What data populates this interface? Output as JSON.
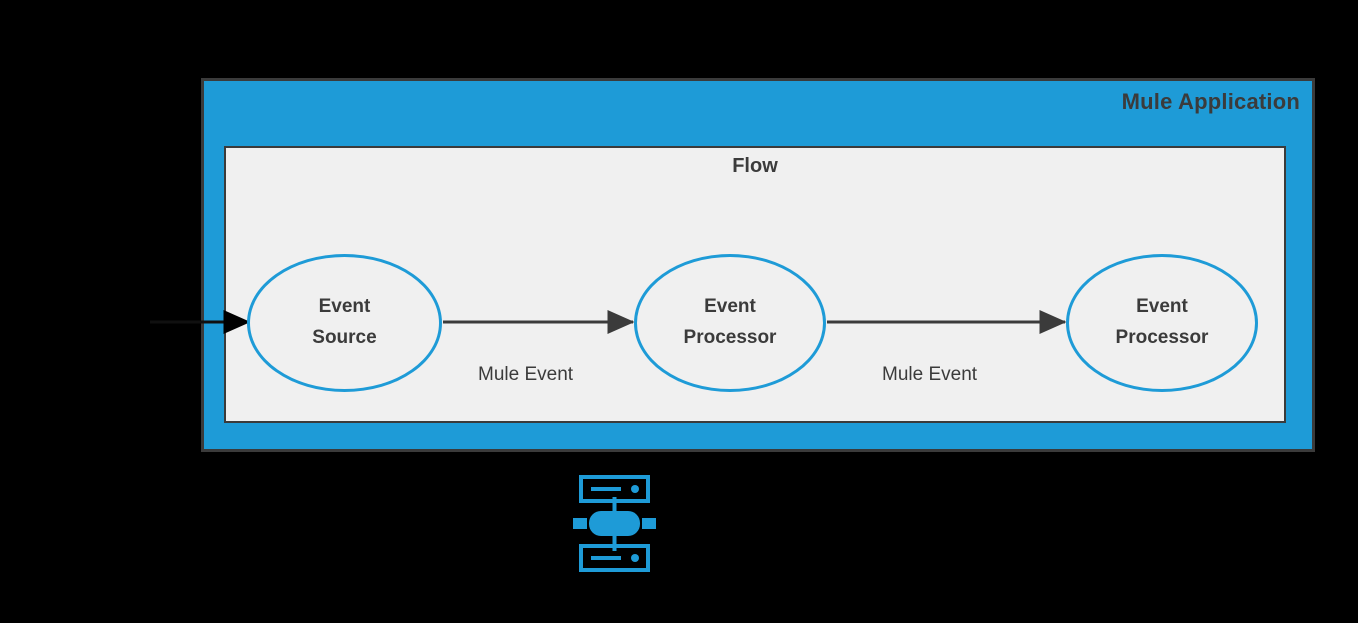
{
  "diagram": {
    "background_color": "#000000",
    "accent_color": "#1E9BD7",
    "outline_color": "#3B3B3B",
    "surface_color": "#F0F0F0",
    "app_container": {
      "title": "Mule Application"
    },
    "flow_container": {
      "title": "Flow"
    },
    "nodes": [
      {
        "id": "event-source",
        "label": "Event\nSource"
      },
      {
        "id": "event-processor-1",
        "label": "Event\nProcessor"
      },
      {
        "id": "event-processor-2",
        "label": "Event\nProcessor"
      }
    ],
    "edges": [
      {
        "id": "edge-1",
        "label": "Mule Event",
        "from": "event-source",
        "to": "event-processor-1"
      },
      {
        "id": "edge-2",
        "label": "Mule Event",
        "from": "event-processor-1",
        "to": "event-processor-2"
      }
    ],
    "inbound_arrow": {
      "label": "",
      "target": "event-source"
    },
    "icons": [
      {
        "id": "server-icon",
        "name": "server-icon",
        "color": "#1E9BD7"
      }
    ]
  }
}
